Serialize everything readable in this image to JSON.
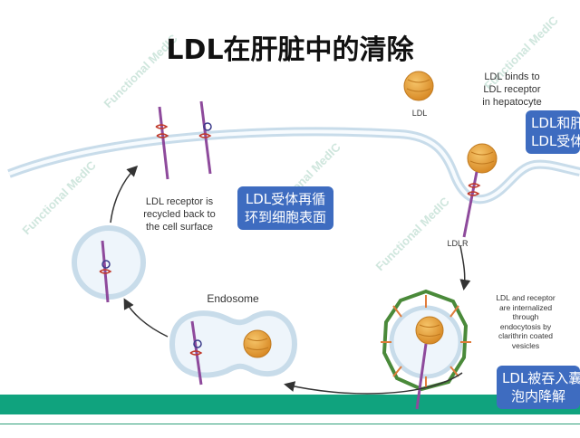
{
  "title": "LDL在肝脏中的清除",
  "labels": {
    "ldl_particle": "LDL",
    "binds": "LDL binds to\nLDL receptor\nin hepatocyte",
    "recycled": "LDL receptor is\nrecycled back to\nthe cell surface",
    "endosome": "Endosome",
    "ldlr": "LDLR",
    "internalized": "LDL and receptor\nare internalized\nthrough\nendocytosis by\nclarithrin coated\nvesicles"
  },
  "callouts": {
    "recycle_cn": "LDL受体再循\n环到细胞表面",
    "bind_cn": "LDL和肝\nLDL受体",
    "degrade_cn": "LDL被吞入囊\n泡内降解"
  },
  "watermark": "Functional MedIC",
  "colors": {
    "membrane": "#c8dcea",
    "receptor": "#8e4a9c",
    "ldl": "#e8a53c",
    "callout": "#3e6cc0",
    "green_bar": "#10a37e",
    "clathrin_green": "#4a8a3a",
    "clathrin_orange": "#e07c3c"
  }
}
